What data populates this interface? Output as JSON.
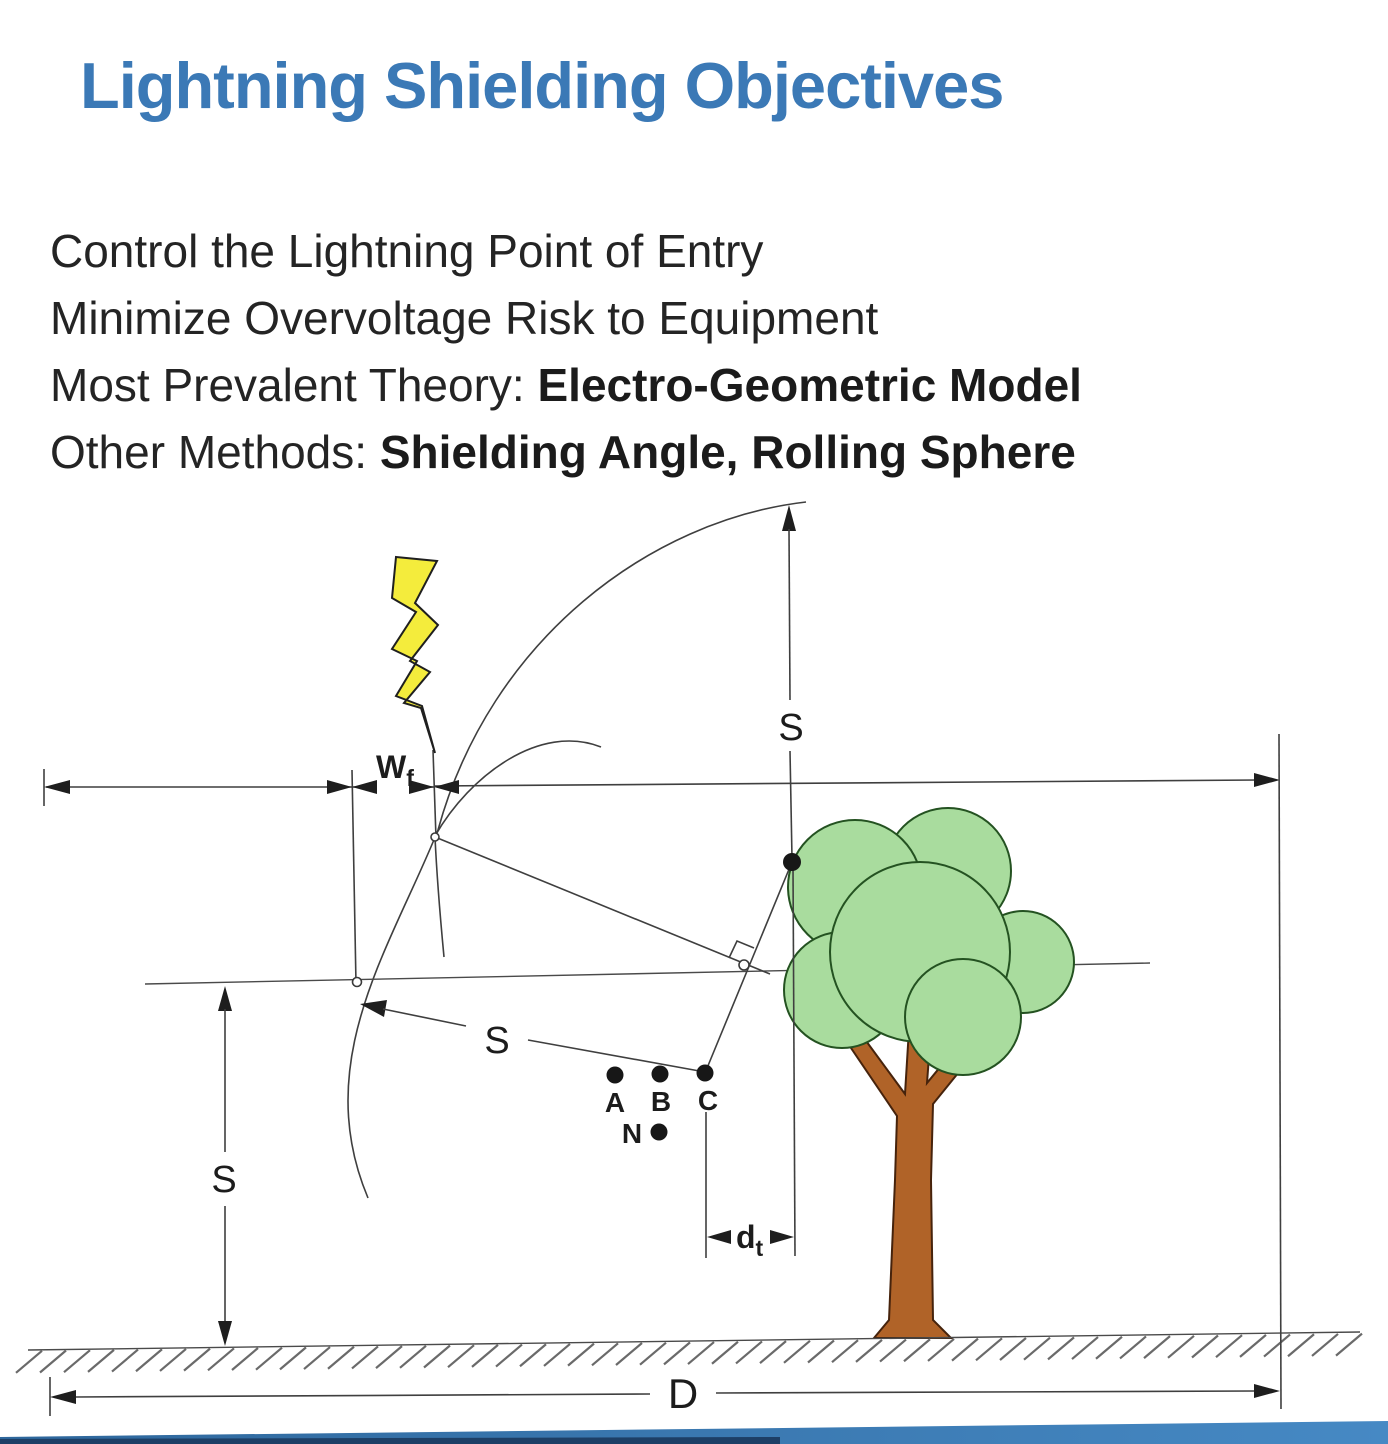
{
  "title": {
    "text": "Lightning Shielding Objectives",
    "color": "#3b79b6"
  },
  "bullets": [
    {
      "plain": "Control the Lightning Point of Entry",
      "bold": ""
    },
    {
      "plain": "Minimize Overvoltage Risk to Equipment",
      "bold": ""
    },
    {
      "plain": "Most Prevalent Theory: ",
      "bold": "Electro-Geometric Model"
    },
    {
      "plain": "Other Methods: ",
      "bold": "Shielding Angle, Rolling Sphere"
    }
  ],
  "diagram": {
    "labels": {
      "s_top": "S",
      "s_left": "S",
      "s_slant": "S",
      "wf_main": "W",
      "wf_sub": "f",
      "dt_main": "d",
      "dt_sub": "t",
      "d_label": "D",
      "point_a": "A",
      "point_b": "B",
      "point_c": "C",
      "point_n": "N"
    },
    "colors": {
      "bolt_fill": "#f4ec3c",
      "bolt_stroke": "#1f1f1f",
      "foliage_fill": "#a9dc9e",
      "foliage_stroke": "#245221",
      "trunk_fill": "#b06328",
      "trunk_stroke": "#46230c",
      "line": "#3f3f3f",
      "bar_left": "#2e679c",
      "bar_right": "#4689c4",
      "bar_dark_edge": "#1d3f66"
    }
  }
}
